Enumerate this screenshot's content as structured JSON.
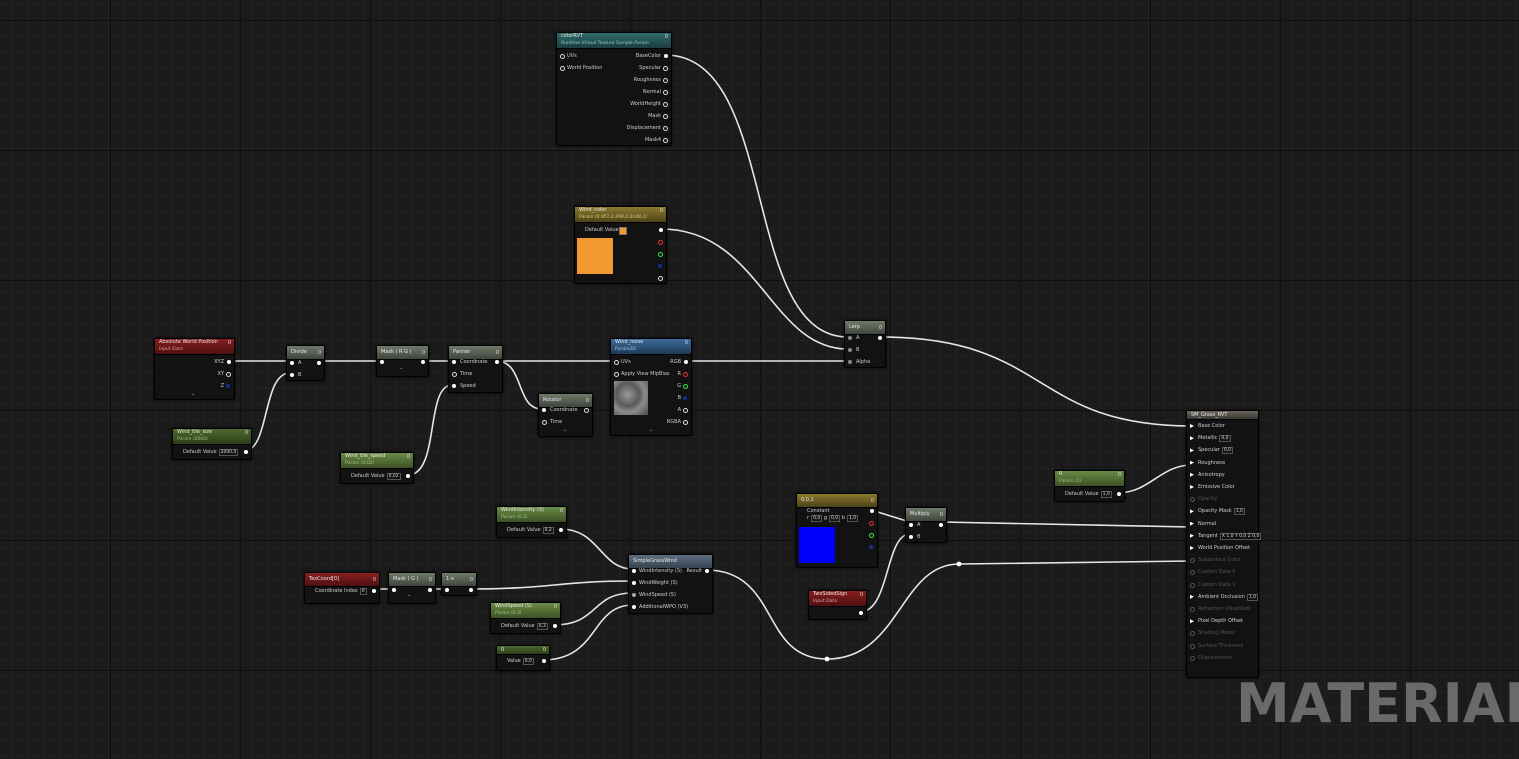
{
  "watermark": "MATERIAL",
  "nodes": {
    "absworld": {
      "title": "Absolute World Position",
      "subtitle": "Input Data",
      "count": "0",
      "pins": [
        "XYZ",
        "XY",
        "Z"
      ]
    },
    "divide": {
      "title": "Divide",
      "count": "0",
      "pins": [
        "A",
        "B"
      ]
    },
    "mask_rg": {
      "title": "Mask ( R G )",
      "count": "0"
    },
    "panner": {
      "title": "Panner",
      "count": "0",
      "pins": [
        "Coordinate",
        "Time",
        "Speed"
      ]
    },
    "wind_noise": {
      "title": "Wind_noise",
      "subtitle": "Param2D",
      "count": "0",
      "in_pins": [
        "UVs",
        "Apply View MipBias"
      ],
      "out_pins": [
        "RGB",
        "R",
        "G",
        "B",
        "A",
        "RGBA"
      ]
    },
    "rotator": {
      "title": "Rotator",
      "count": "0",
      "pins": [
        "Coordinate",
        "Time"
      ]
    },
    "wind_tile_size": {
      "title": "Wind_tile_size",
      "subtitle": "Param (2000)",
      "count": "0",
      "label": "Default Value",
      "value": "2000,0"
    },
    "wind_tile_speed": {
      "title": "Wind_tile_speed",
      "subtitle": "Param (0.02)",
      "count": "0",
      "label": "Default Value",
      "value": "0,02"
    },
    "colorrvt": {
      "title": "colorRVT",
      "subtitle": "Runtime Virtual Texture Sample Param",
      "count": "0",
      "in_pins": [
        "UVs",
        "World Position"
      ],
      "out_pins": [
        "BaseColor",
        "Specular",
        "Roughness",
        "Normal",
        "WorldHeight",
        "Mask",
        "Displacement",
        "Mask4"
      ]
    },
    "wind_color": {
      "title": "Wind_color",
      "subtitle": "Param (0.951,0.299,0.0148,1)",
      "count": "0",
      "label": "Default Value",
      "swatch": "#f29a30"
    },
    "lerp": {
      "title": "Lerp",
      "count": "0",
      "pins": [
        "A",
        "B",
        "Alpha"
      ]
    },
    "windintensity": {
      "title": "WindIntensity (S)",
      "subtitle": "Param (0.2)",
      "count": "0",
      "label": "Default Value",
      "value": "0,2"
    },
    "simplegrass": {
      "title": "SimpleGrassWind",
      "in_pins": [
        "WindIntensity (S)",
        "WindWeight (S)",
        "WindSpeed (S)",
        "AdditionalWPO (V3)"
      ],
      "out_pin": "Result"
    },
    "texcoord": {
      "title": "TexCoord[0]",
      "count": "0",
      "label": "Coordinate Index",
      "value": "0"
    },
    "mask_g": {
      "title": "Mask ( G )",
      "count": "0"
    },
    "one_minus": {
      "title": "1-x",
      "count": "0"
    },
    "windspeed": {
      "title": "WindSpeed (S)",
      "subtitle": "Param (0.3)",
      "count": "0",
      "label": "Default Value",
      "value": "0,3"
    },
    "zero": {
      "title": "0",
      "count": "0",
      "label": "Value",
      "value": "0,0"
    },
    "constant3": {
      "title": "0,0,1",
      "count": "0",
      "label": "Constant",
      "r": "0,0",
      "g": "0,0",
      "b": "1,0",
      "swatch": "#0000ff"
    },
    "multiply": {
      "title": "Multiply",
      "count": "0",
      "pins": [
        "A",
        "B"
      ]
    },
    "twosided": {
      "title": "TwoSidedSign",
      "subtitle": "Input Data",
      "count": "0"
    },
    "r_param": {
      "title": "R",
      "subtitle": "Param (1)",
      "count": "0",
      "label": "Default Value",
      "value": "1,0"
    },
    "material": {
      "title": "SM_Grass_RVT",
      "pins": [
        {
          "label": "Base Color",
          "value": "",
          "on": true
        },
        {
          "label": "Metallic",
          "value": "0,0",
          "on": true
        },
        {
          "label": "Specular",
          "value": "0,0",
          "on": true
        },
        {
          "label": "Roughness",
          "value": "",
          "on": true
        },
        {
          "label": "Anisotropy",
          "value": "",
          "on": true
        },
        {
          "label": "Emissive Color",
          "value": "",
          "on": true
        },
        {
          "label": "Opacity",
          "value": "",
          "on": false
        },
        {
          "label": "Opacity Mask",
          "value": "1,0",
          "on": true
        },
        {
          "label": "Normal",
          "value": "",
          "on": true
        },
        {
          "label": "Tangent",
          "value": "X 1,0  Y 0,0  Z 0,0",
          "on": true
        },
        {
          "label": "World Position Offset",
          "value": "",
          "on": true
        },
        {
          "label": "Subsurface Color",
          "value": "",
          "on": false
        },
        {
          "label": "Custom Data 0",
          "value": "",
          "on": false
        },
        {
          "label": "Custom Data 1",
          "value": "",
          "on": false
        },
        {
          "label": "Ambient Occlusion",
          "value": "1,0",
          "on": true
        },
        {
          "label": "Refraction (Disabled)",
          "value": "",
          "on": false
        },
        {
          "label": "Pixel Depth Offset",
          "value": "",
          "on": true
        },
        {
          "label": "Shading Model",
          "value": "",
          "on": false
        },
        {
          "label": "Surface Thickness",
          "value": "",
          "on": false
        },
        {
          "label": "Displacement",
          "value": "",
          "on": false
        }
      ]
    }
  }
}
